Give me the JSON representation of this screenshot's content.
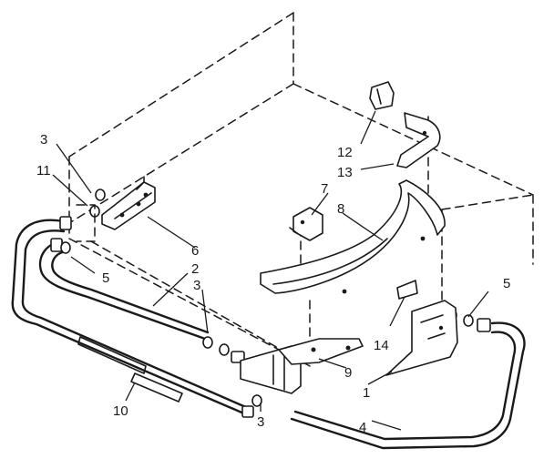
{
  "callouts": {
    "c1": "1",
    "c2": "2",
    "c3a": "3",
    "c3b": "3",
    "c3c": "3",
    "c4": "4",
    "c5a": "5",
    "c5b": "5",
    "c6": "6",
    "c7": "7",
    "c8": "8",
    "c9": "9",
    "c10": "10",
    "c11": "11",
    "c12": "12",
    "c13": "13",
    "c14": "14"
  },
  "colors": {
    "ink": "#1a1a1a",
    "paper": "#ffffff"
  }
}
